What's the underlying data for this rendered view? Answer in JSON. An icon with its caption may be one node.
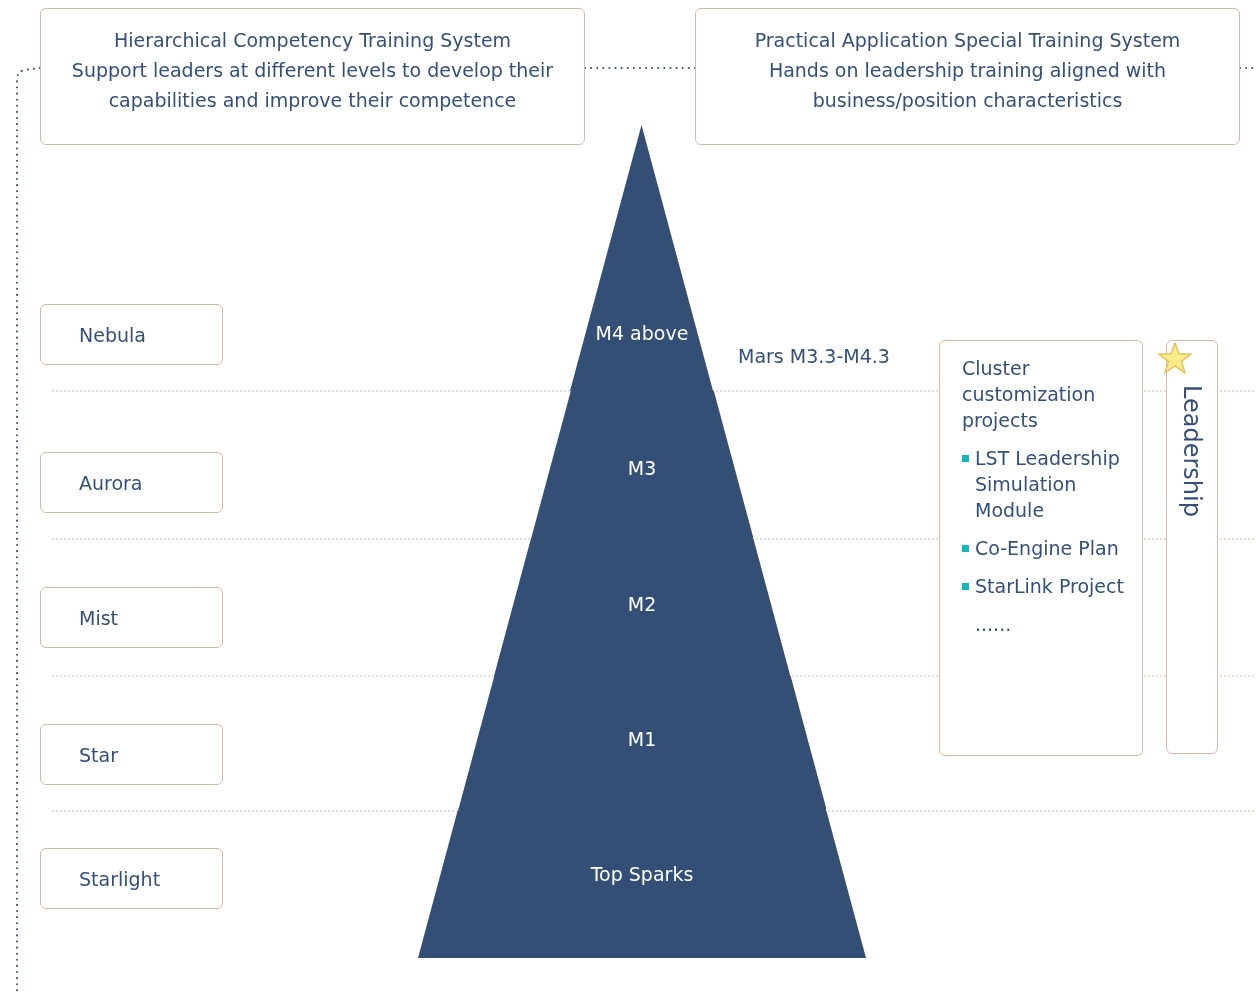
{
  "diagram": {
    "nodes": [
      {
        "text": [
          "Hierarchical Competency Training System",
          "Support leaders at different levels to develop their capabilities and improve their competence"
        ]
      },
      {
        "text": [
          "Practical Application Special Training System",
          "Hands on leadership training aligned with business/position characteristics"
        ]
      },
      {
        "text": [
          "Nebula"
        ]
      },
      {
        "text": [
          "Aurora"
        ]
      },
      {
        "text": [
          "Mist"
        ]
      },
      {
        "text": [
          "Star"
        ]
      },
      {
        "text": [
          "Starlight"
        ]
      },
      {
        "text": [
          "M4 above"
        ]
      },
      {
        "text": [
          "M3"
        ]
      },
      {
        "text": [
          "M2"
        ]
      },
      {
        "text": [
          "M1"
        ]
      },
      {
        "text": [
          "Top Sparks"
        ]
      },
      {
        "text": [
          "Cluster customization projects",
          "LST Leadership Simulation Module",
          "Co-Engine Plan",
          "StarLink Project",
          "......"
        ]
      },
      {
        "text": [
          "Leadership"
        ]
      }
    ],
    "edges": [
      {
        "from": 0,
        "to": 1,
        "arrow": "none",
        "style": "dashed"
      },
      {
        "from": 0,
        "to": null,
        "arrow": "none",
        "style": "dashed"
      },
      {
        "from": 1,
        "to": null,
        "arrow": "none",
        "style": "dashed"
      }
    ],
    "labels": [
      "Mars M3.3-M4.3"
    ]
  }
}
